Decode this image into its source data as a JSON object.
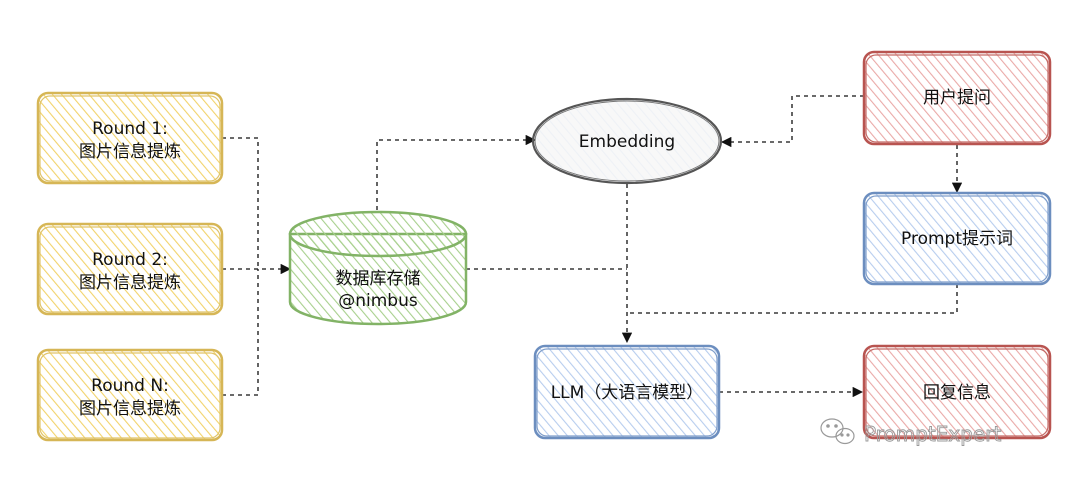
{
  "nodes": {
    "round1": {
      "line1": "Round 1:",
      "line2": "图片信息提炼"
    },
    "round2": {
      "line1": "Round 2:",
      "line2": "图片信息提炼"
    },
    "roundN": {
      "line1": "Round N:",
      "line2": "图片信息提炼"
    },
    "database": {
      "line1": "数据库存储",
      "line2": "@nimbus"
    },
    "embedding": {
      "label": "Embedding"
    },
    "user_query": {
      "label": "用户提问"
    },
    "prompt": {
      "label": "Prompt提示词"
    },
    "llm": {
      "label": "LLM（大语言模型）"
    },
    "reply": {
      "label": "回复信息"
    }
  },
  "watermark": {
    "text": "PromptExpert"
  },
  "colors": {
    "yellow_stroke": "#d6b656",
    "yellow_hatch": "#f2d36b",
    "green_stroke": "#82b366",
    "green_hatch": "#a8d08d",
    "blue_stroke": "#6c8ebf",
    "blue_hatch": "#a9c4eb",
    "red_stroke": "#b85450",
    "red_hatch": "#e8a5a3",
    "gray_stroke": "#555555",
    "edge": "#111111"
  }
}
